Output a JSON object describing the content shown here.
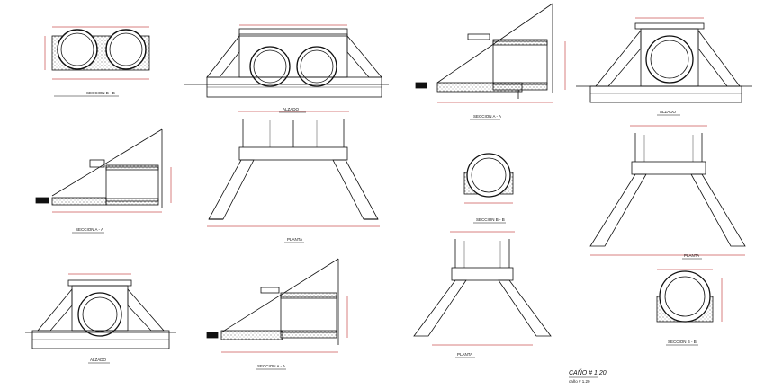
{
  "drawing": {
    "title": "CAÑO # 1.20",
    "sheet_label": "caño # 1.20",
    "captions": {
      "seccion_b_b": "SECCION B - B",
      "seccion_a_a": "SECCION A - A",
      "alzado": "ALZADO",
      "planta": "PLANTA"
    },
    "colors": {
      "line": "#111111",
      "dim": "#b00000",
      "hatch": "#222222",
      "background": "#ffffff"
    }
  }
}
